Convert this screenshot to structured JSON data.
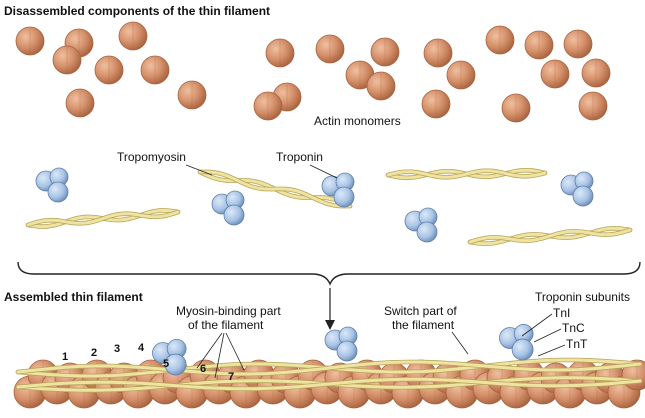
{
  "headings": {
    "disassembled": "Disassembled components of the thin filament",
    "assembled": "Assembled thin filament"
  },
  "labels": {
    "actin_monomers": "Actin monomers",
    "tropomyosin": "Tropomyosin",
    "troponin": "Troponin",
    "myosin_binding_line1": "Myosin-binding part",
    "myosin_binding_line2": "of the filament",
    "switch_line1": "Switch part of",
    "switch_line2": "the filament",
    "troponin_subunits": "Troponin subunits",
    "tni": "TnI",
    "tnc": "TnC",
    "tnt": "TnT"
  },
  "actin_numbers": [
    "1",
    "2",
    "3",
    "4",
    "5",
    "6",
    "7"
  ],
  "colors": {
    "actin": "#d4906a",
    "actin_dark": "#a8623f",
    "troponin": "#a9c4e6",
    "troponin_dark": "#5f7fa8",
    "tropomyosin": "#efe3a2",
    "tropomyosin_dark": "#b8a65a",
    "line": "#222222"
  }
}
